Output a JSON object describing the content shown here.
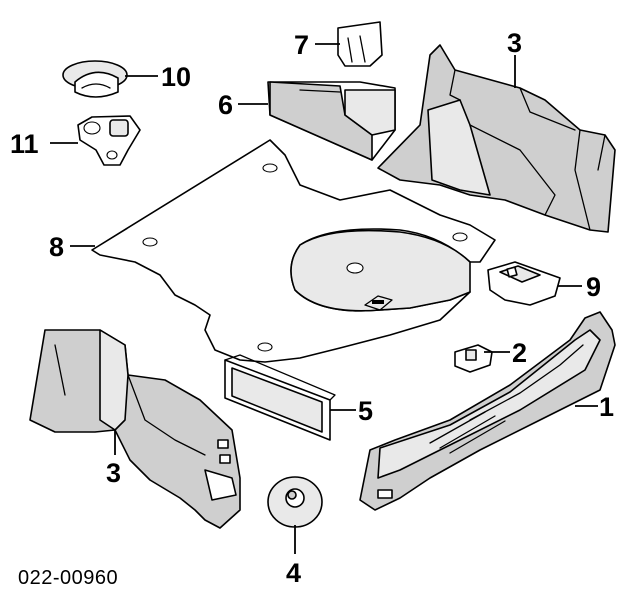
{
  "callouts": {
    "c1": "1",
    "c2": "2",
    "c3_right": "3",
    "c3_left": "3",
    "c4": "4",
    "c5": "5",
    "c6": "6",
    "c7": "7",
    "c8": "8",
    "c9": "9",
    "c10": "10",
    "c11": "11"
  },
  "diagram_code": "022-00960"
}
